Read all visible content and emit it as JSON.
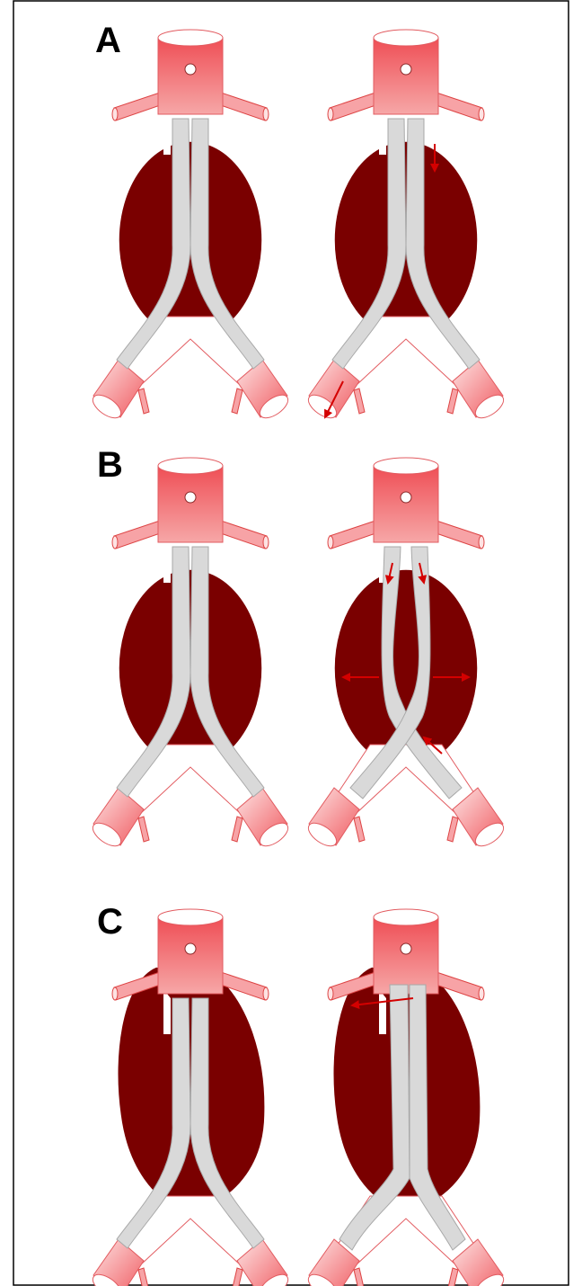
{
  "figure": {
    "panels": [
      {
        "label": "A",
        "left": {
          "variant": "normal"
        },
        "right": {
          "variant": "migration"
        }
      },
      {
        "label": "B",
        "left": {
          "variant": "normal"
        },
        "right": {
          "variant": "separation"
        }
      },
      {
        "label": "C",
        "left": {
          "variant": "short-neck"
        },
        "right": {
          "variant": "angulated-neck"
        }
      }
    ],
    "colors": {
      "aorta_light": "#f7b6b6",
      "aorta_main": "#ee4e55",
      "aneurysm_sac": "#7a0000",
      "stent_graft": "#d9d9d9",
      "stent_graft_edge": "#a8a8a8",
      "arrow": "#d40000",
      "frame": "#000000"
    }
  }
}
